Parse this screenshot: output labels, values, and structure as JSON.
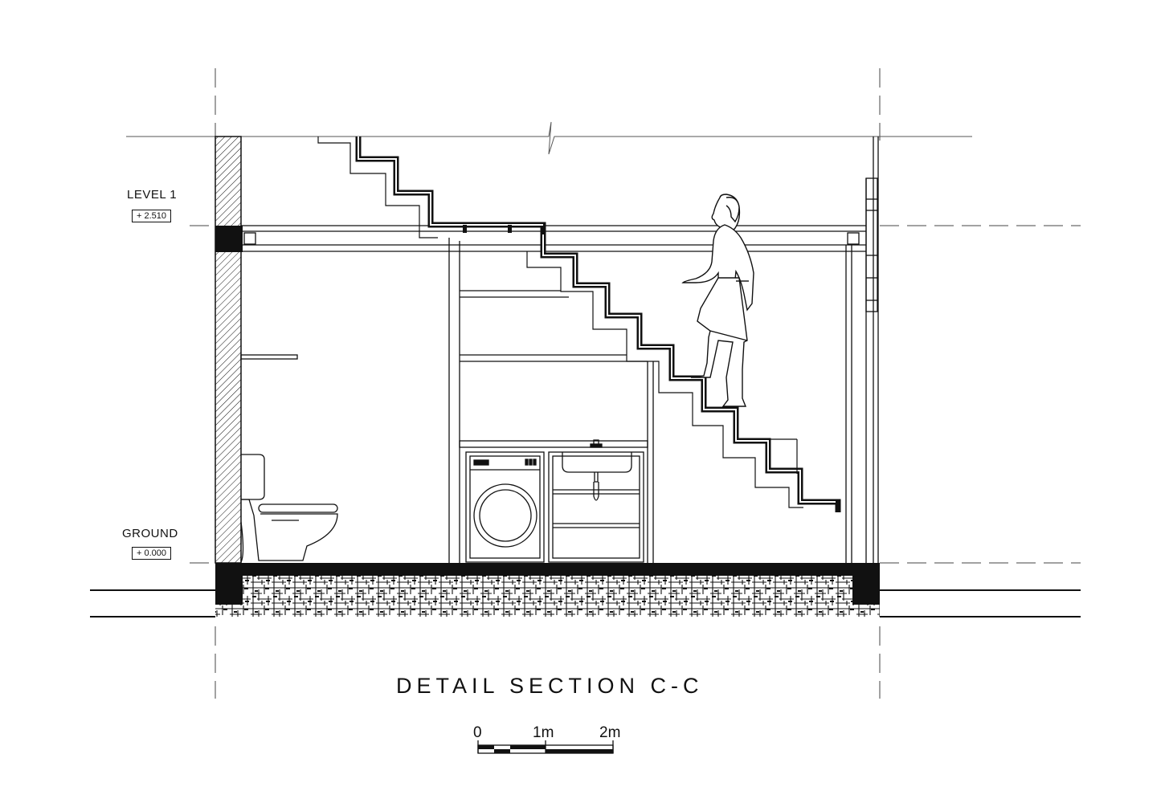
{
  "levels": [
    {
      "name": "LEVEL 1",
      "elevation": "+ 2.510"
    },
    {
      "name": "GROUND",
      "elevation": "+ 0.000"
    }
  ],
  "title": "DETAIL SECTION C-C",
  "scale_bar": {
    "labels": [
      "0",
      "1m",
      "2m"
    ]
  },
  "colors": {
    "ink": "#111111",
    "paper": "#ffffff"
  }
}
